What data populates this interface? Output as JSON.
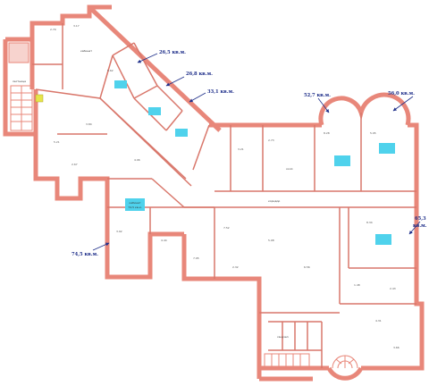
{
  "plan": {
    "area_labels": [
      "26,5 кв.м.",
      "26,8 кв.м.",
      "33,1 кв.м.",
      "52,7 кв.м.",
      "56,0 кв.м.",
      "74,5 кв.м.",
      "65,3",
      "кв.м."
    ],
    "highlighted_room_labels": [
      "кабинет",
      "74,5 кв.м."
    ],
    "dimension_texts": [
      "2.79",
      "3.17",
      "5.21",
      "3.84",
      "2.67",
      "4.96",
      "3.92",
      "4.44",
      "3.21",
      "2.73",
      "8.28",
      "5.95",
      "7.52",
      "5.08",
      "6.56",
      "8.34",
      "1.48",
      "2.43",
      "4.31",
      "3.66",
      "7.95",
      "2.32",
      "5.62"
    ],
    "room_names": [
      "кабинет",
      "коридор",
      "санузел",
      "лестница",
      "холл"
    ],
    "colors": {
      "wall": "#e8877a",
      "wall_stroke": "#c05a4e",
      "highlight": "#4fd2ec",
      "arrow": "#1f2f8a",
      "room_fill": "#ffffff"
    }
  }
}
